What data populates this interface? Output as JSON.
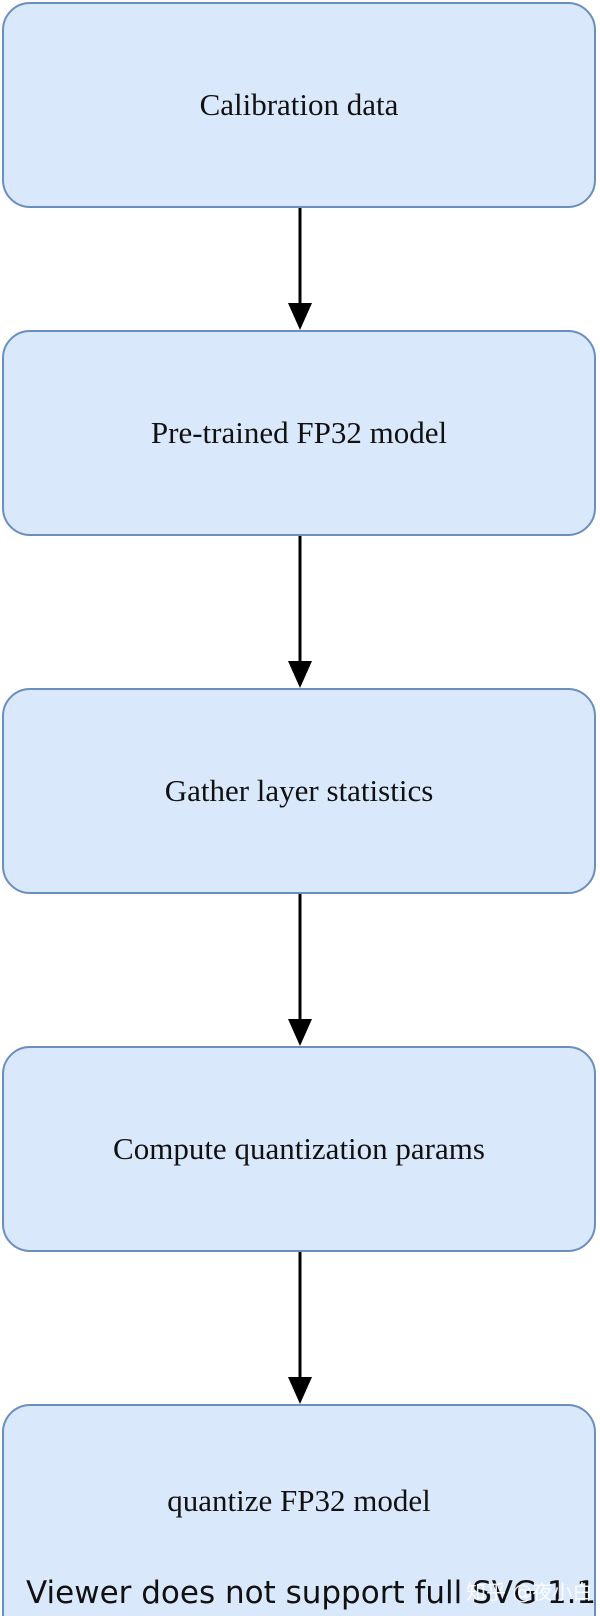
{
  "diagram": {
    "nodes": [
      {
        "id": "n1",
        "label": "Calibration data"
      },
      {
        "id": "n2",
        "label": "Pre-trained FP32 model"
      },
      {
        "id": "n3",
        "label": "Gather layer statistics"
      },
      {
        "id": "n4",
        "label": "Compute quantization params"
      },
      {
        "id": "n5",
        "label": "quantize FP32 model"
      }
    ],
    "edges": [
      {
        "from": "n1",
        "to": "n2"
      },
      {
        "from": "n2",
        "to": "n3"
      },
      {
        "from": "n3",
        "to": "n4"
      },
      {
        "from": "n4",
        "to": "n5"
      }
    ],
    "colors": {
      "node_fill": "#dae8fc",
      "node_border": "#6c8ebf",
      "arrow": "#000000"
    }
  },
  "footer": {
    "viewer_notice": "Viewer does not support full SVG 1.1",
    "watermark": "知乎 @夜小白"
  }
}
